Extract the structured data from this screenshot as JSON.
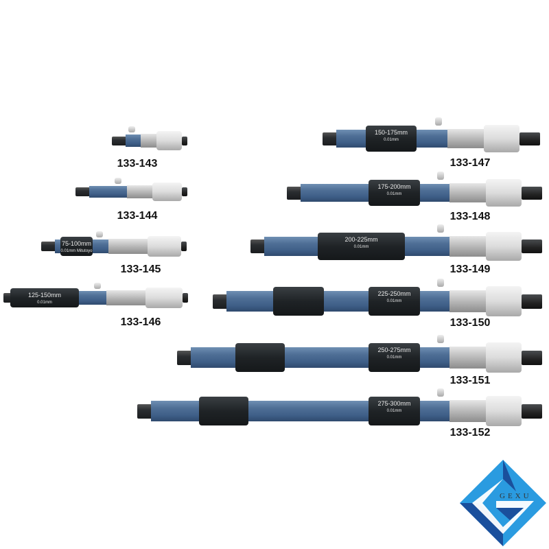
{
  "products": [
    {
      "model": "133-143",
      "band": "",
      "band_sub": ""
    },
    {
      "model": "133-144",
      "band": "",
      "band_sub": ""
    },
    {
      "model": "133-145",
      "band": "75-100mm",
      "band_sub": "0.01mm Mitutoyo"
    },
    {
      "model": "133-146",
      "band": "125-150mm",
      "band_sub": "0.01mm"
    },
    {
      "model": "133-147",
      "band": "150-175mm",
      "band_sub": "0.01mm"
    },
    {
      "model": "133-148",
      "band": "175-200mm",
      "band_sub": "0.01mm"
    },
    {
      "model": "133-149",
      "band": "200-225mm",
      "band_sub": "0.01mm"
    },
    {
      "model": "133-150",
      "band": "225-250mm",
      "band_sub": "0.01mm"
    },
    {
      "model": "133-151",
      "band": "250-275mm",
      "band_sub": "0.01mm"
    },
    {
      "model": "133-152",
      "band": "275-300mm",
      "band_sub": "0.01mm"
    }
  ],
  "logo": {
    "text": "GEXU",
    "colors": {
      "light": "#2a9be0",
      "dark": "#1a4f9c"
    }
  }
}
